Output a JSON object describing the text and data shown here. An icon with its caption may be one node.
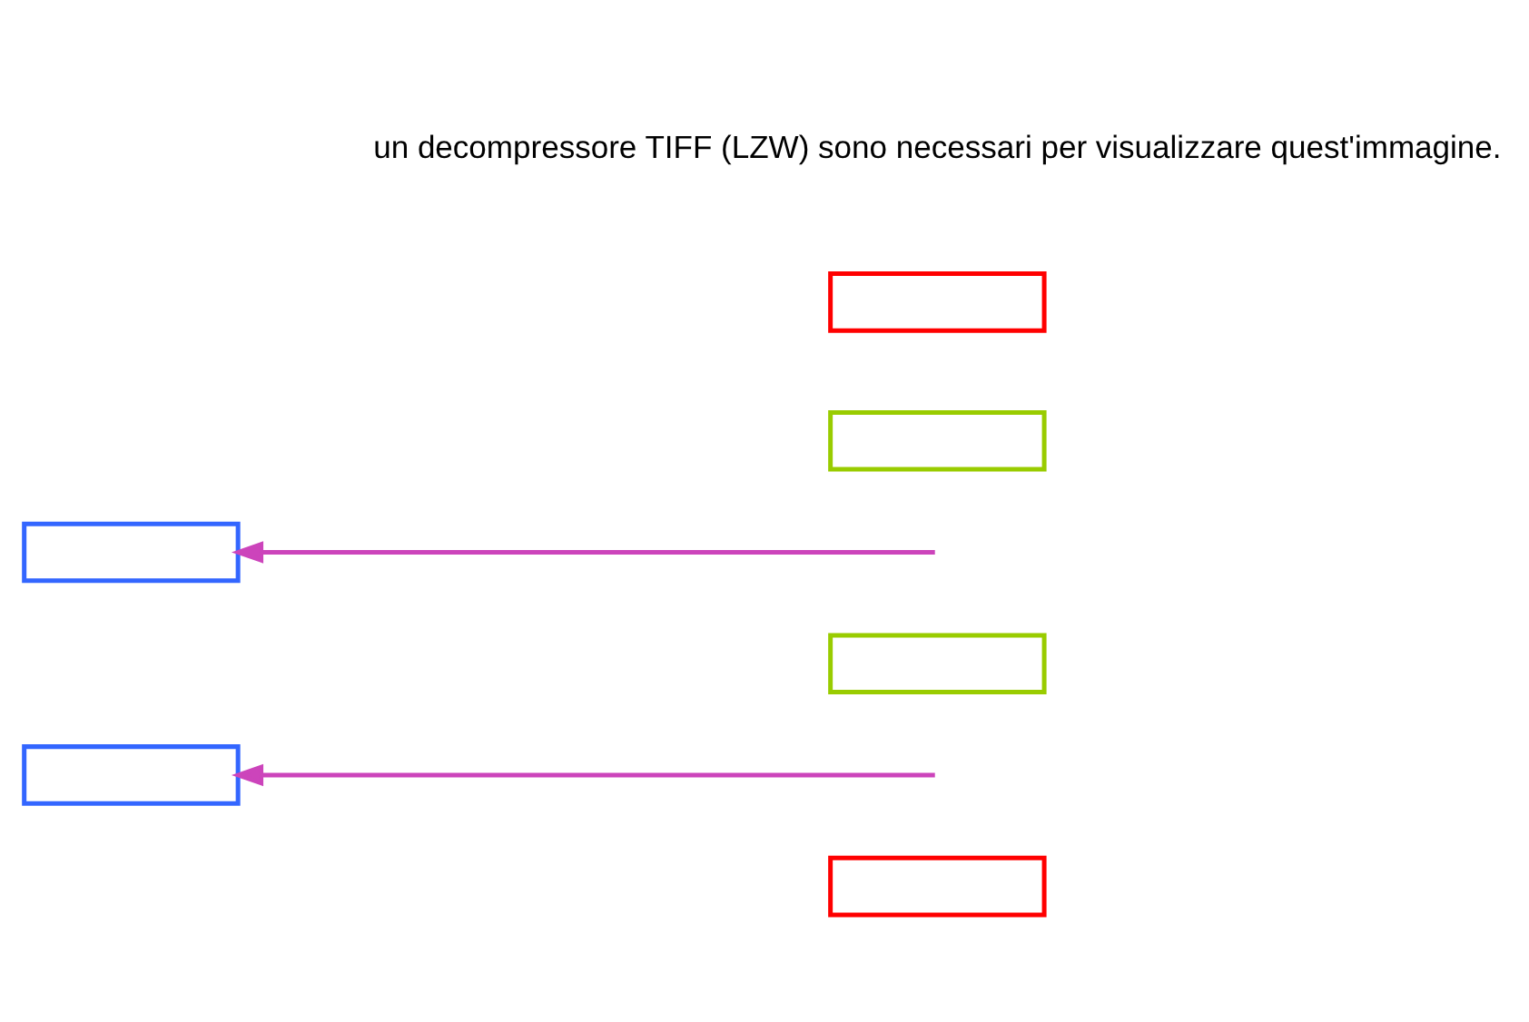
{
  "diagram": {
    "nodes": [
      {
        "text": [],
        "shape": "box"
      },
      {
        "text": [],
        "shape": "box"
      },
      {
        "text": [],
        "shape": "box"
      },
      {
        "text": [],
        "shape": "box"
      },
      {
        "text": [],
        "shape": "box"
      },
      {
        "text": [],
        "shape": "box"
      }
    ],
    "edges": [
      {
        "from": null,
        "to": 1,
        "arrow": "to"
      },
      {
        "from": null,
        "to": 3,
        "arrow": "to"
      }
    ],
    "labels": [
      "un decompressore TIFF (LZW) sono necessari per visualizzare quest'immagine."
    ]
  }
}
